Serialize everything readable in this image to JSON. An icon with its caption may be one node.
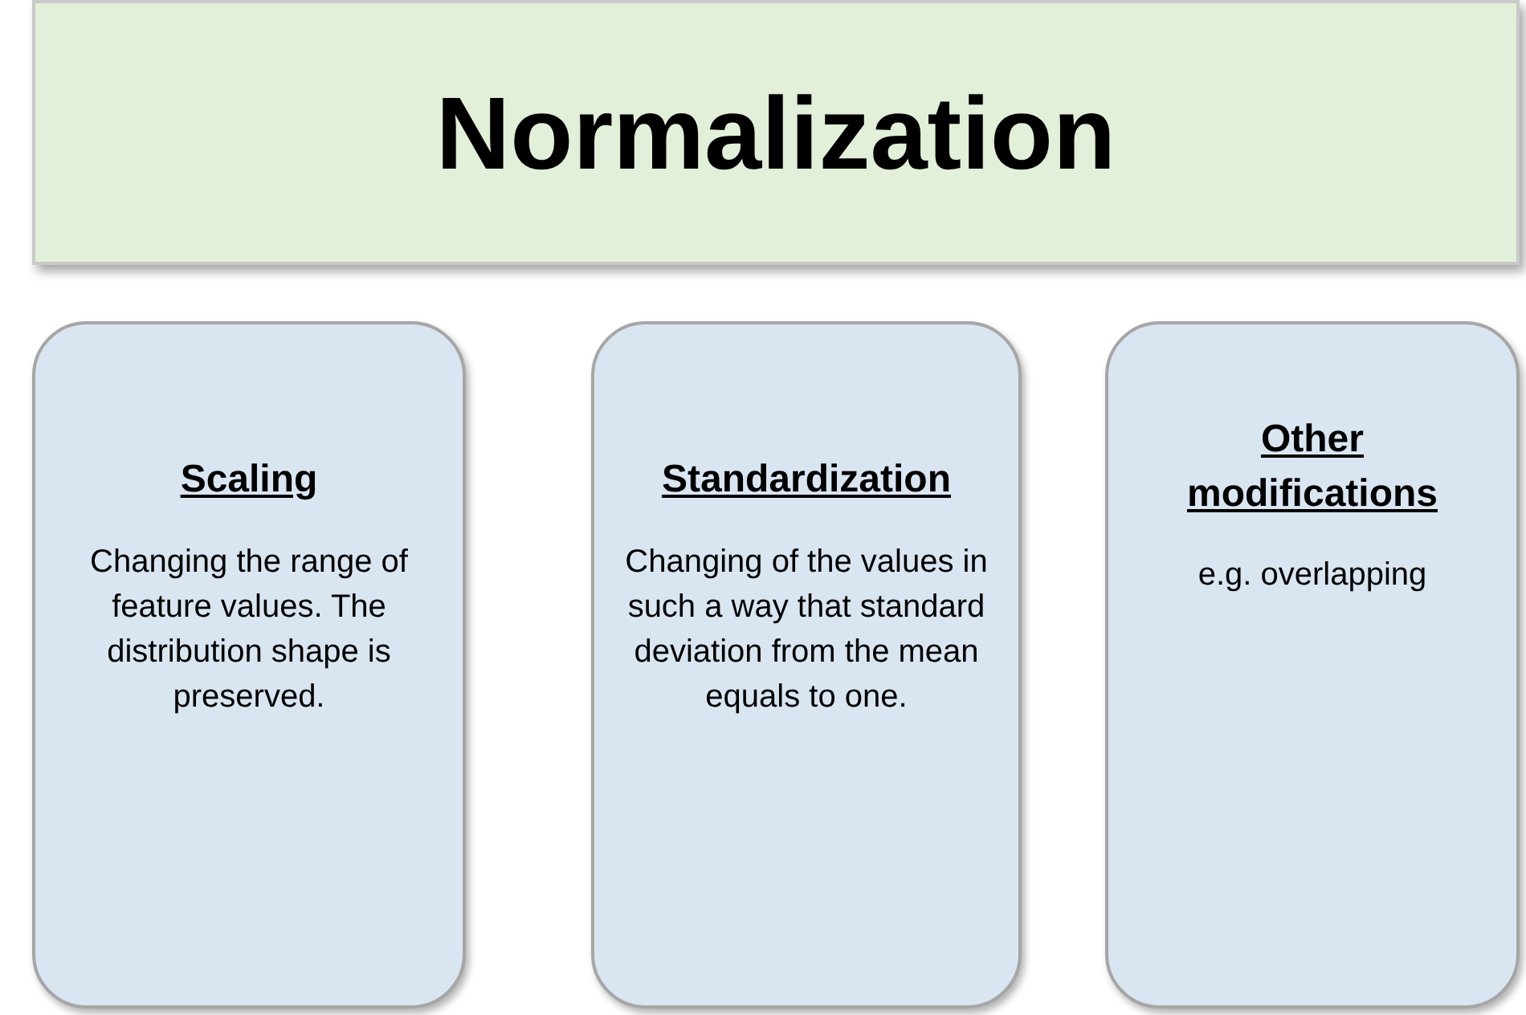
{
  "diagram": {
    "nodes": [
      {
        "text": [
          "Normalization"
        ]
      },
      {
        "text": [
          "Scaling",
          "Changing the range of feature values. The distribution shape is preserved."
        ]
      },
      {
        "text": [
          "Standardization",
          "Changing of the values in such a way that standard deviation from the mean equals to one."
        ]
      },
      {
        "text": [
          "Other modifications",
          "e.g. overlapping"
        ]
      }
    ]
  }
}
